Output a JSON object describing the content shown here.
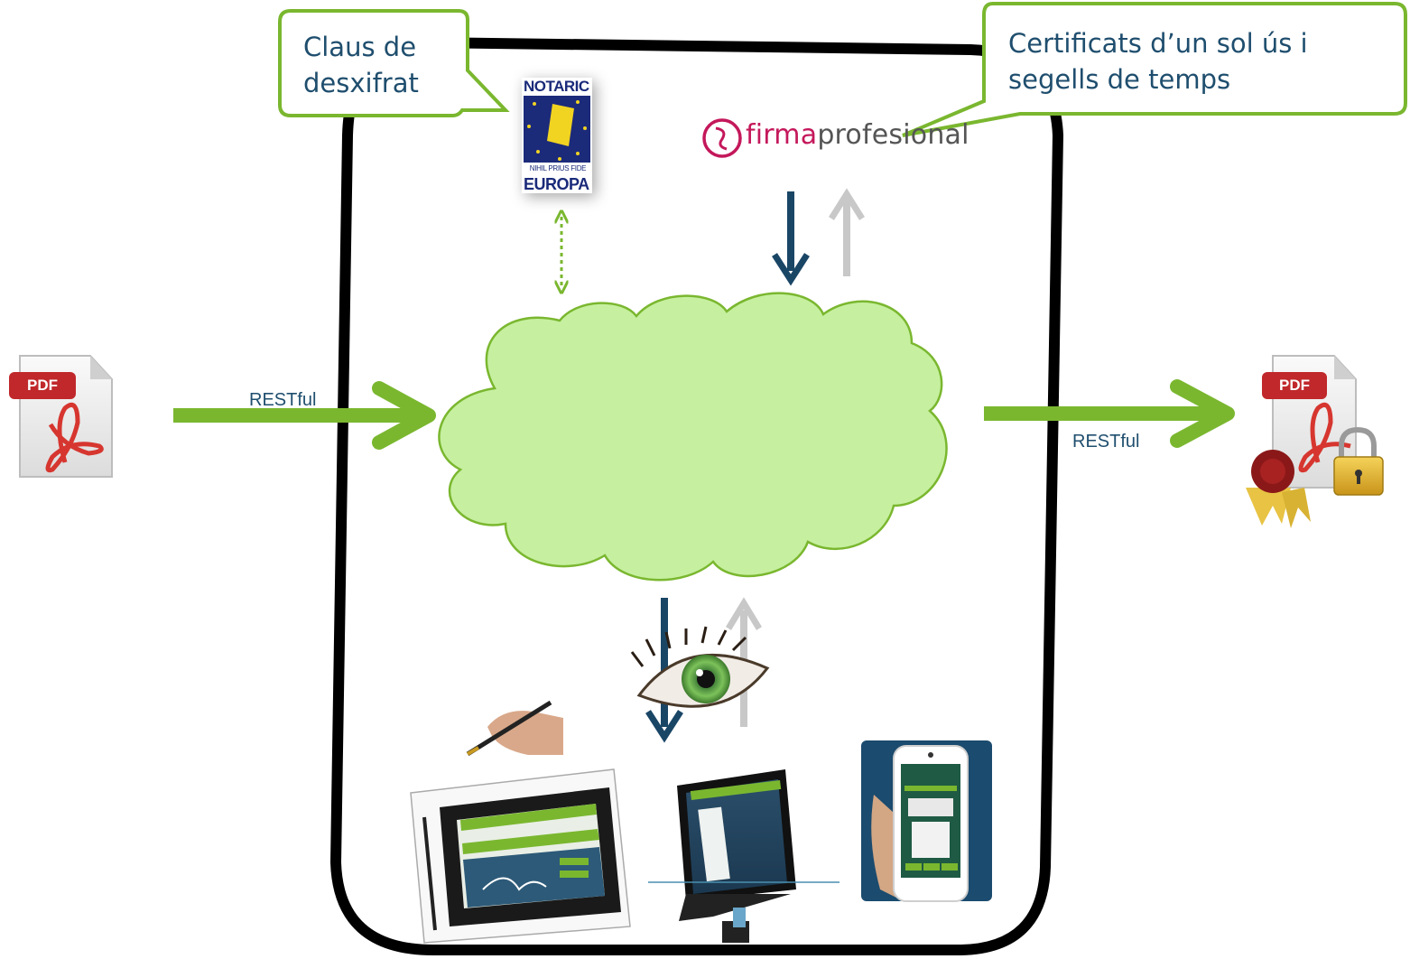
{
  "callouts": {
    "decryption_keys": {
      "line1": "Claus de",
      "line2": "desxifrat"
    },
    "certificates": {
      "line1": "Certificats d’un sol ús i",
      "line2": "segells de temps"
    }
  },
  "flows": {
    "input_label": "RESTful",
    "output_label": "RESTful"
  },
  "logos": {
    "notary": {
      "top": "NOTARIC",
      "bottom": "EUROPA",
      "motto": "NIHIL PRIUS FIDE"
    },
    "firma": {
      "part1": "firma",
      "part2": "profesional"
    }
  },
  "documents": {
    "input_pdf": "PDF",
    "output_pdf": "PDF"
  },
  "colors": {
    "accent_green": "#7ab72f",
    "dark_arrow": "#1a4666",
    "light_arrow": "#c8c8c8",
    "cloud_fill": "#c6f0a0",
    "text_blue": "#1f4e6e"
  },
  "icons": [
    "pdf-file-icon",
    "secured-pdf-icon",
    "cloud-icon",
    "eye-icon",
    "pen-hand-icon",
    "tablet-device",
    "kiosk-device",
    "smartphone-device"
  ]
}
